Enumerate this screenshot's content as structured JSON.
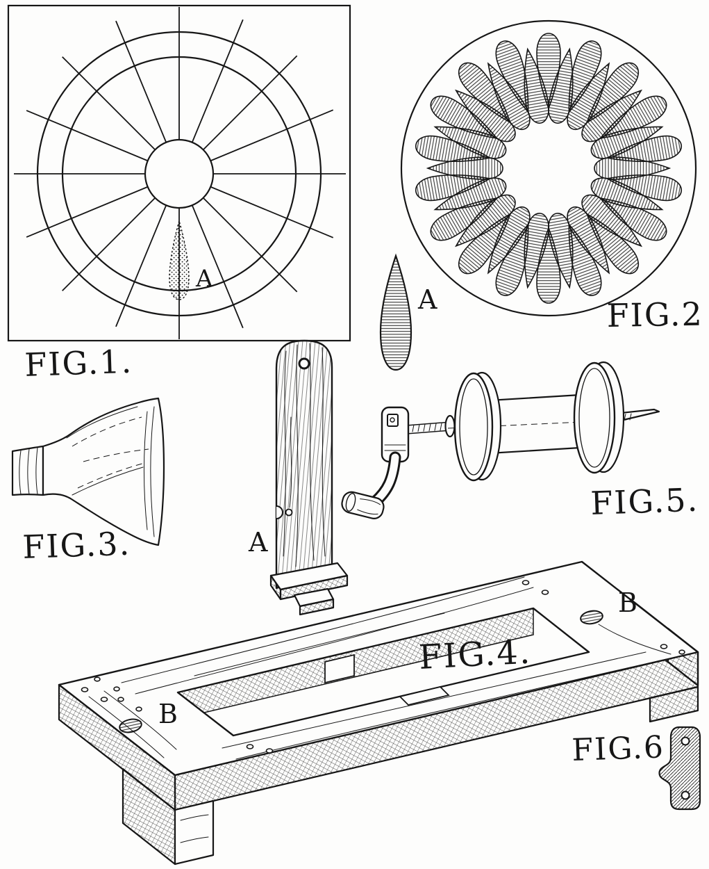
{
  "palette": {
    "ink": "#161616",
    "paper": "#fdfdfc"
  },
  "figures": {
    "fig1": {
      "caption": "FIG.1.",
      "template_label": "A"
    },
    "fig2": {
      "caption": "FIG.2"
    },
    "fig3": {
      "caption": "FIG.3."
    },
    "fig4": {
      "caption": "FIG.4.",
      "hole_label_right": "B",
      "hole_label_left": "B"
    },
    "fig5": {
      "caption": "FIG.5."
    },
    "fig6": {
      "caption": "FIG.6"
    },
    "pattern_piece": {
      "label": "A"
    },
    "upright_arm": {
      "label": "A"
    }
  }
}
